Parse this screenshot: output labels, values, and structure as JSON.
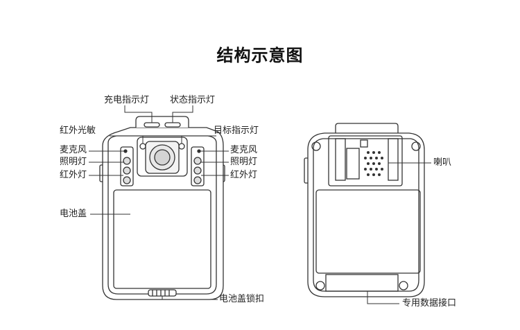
{
  "title": "结构示意图",
  "front_labels": {
    "charge_indicator": "充电指示灯",
    "status_indicator": "状态指示灯",
    "ir_sensor": "红外光敏",
    "target_indicator": "目标指示灯",
    "mic_left": "麦克风",
    "light_left": "照明灯",
    "ir_left": "红外灯",
    "mic_right": "麦克风",
    "light_right": "照明灯",
    "ir_right": "红外灯",
    "battery_cover": "电池盖",
    "battery_lock": "电池盖锁扣"
  },
  "back_labels": {
    "speaker": "喇叭",
    "data_port": "专用数据接口"
  }
}
